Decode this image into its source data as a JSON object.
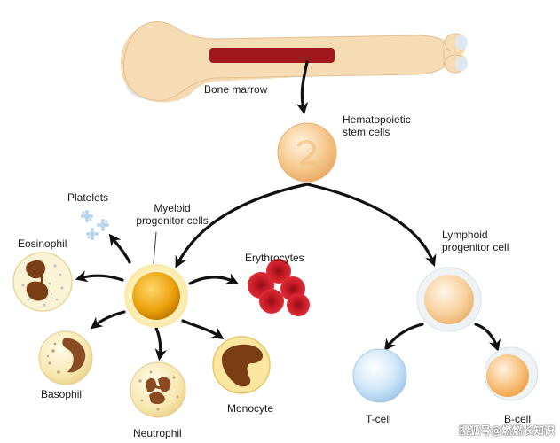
{
  "labels": {
    "bone_marrow": "Bone marrow",
    "hsc": "Hematopoietic\nstem cells",
    "myeloid": "Myeloid\nprogenitor cells",
    "lymphoid": "Lymphoid\nprogenitor cell",
    "platelets": "Platelets",
    "eosinophil": "Eosinophil",
    "basophil": "Basophil",
    "neutrophil": "Neutrophil",
    "monocyte": "Monocyte",
    "erythrocytes": "Erythrocytes",
    "tcell": "T-cell",
    "bcell": "B-cell"
  },
  "watermark": "搜狐号@燃燃长知识",
  "colors": {
    "bone": "#f5d9b0",
    "bone_edge": "#d9b486",
    "marrow": "#a0181e",
    "arrow": "#111111",
    "erythrocyte": "#d0202a",
    "myeloid_cell": "#e9a10f",
    "tcell": "#bcdaf2",
    "bcell": "#f5b56a",
    "monocyte_nucleus": "#7a3e14",
    "platelet": "#b9d6ee"
  }
}
